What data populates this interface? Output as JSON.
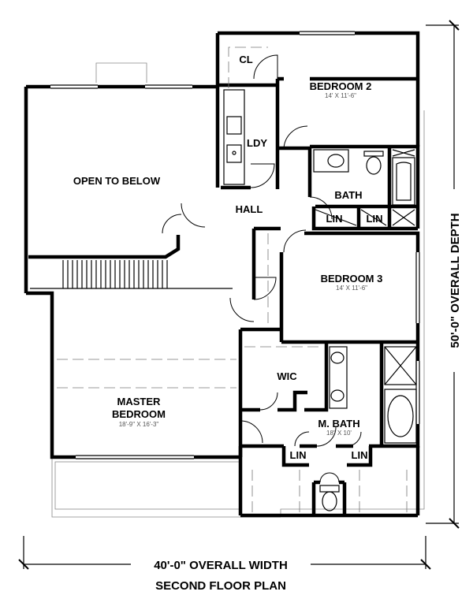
{
  "rooms": {
    "closet": {
      "name": "CL"
    },
    "bedroom2": {
      "name": "BEDROOM 2",
      "size": "14' X 11'-6\""
    },
    "laundry": {
      "name": "LDY"
    },
    "open_to_below": {
      "name": "OPEN TO BELOW"
    },
    "hall": {
      "name": "HALL"
    },
    "bath": {
      "name": "BATH"
    },
    "lin_bath_left": {
      "name": "LIN"
    },
    "lin_bath_right": {
      "name": "LIN"
    },
    "bedroom3": {
      "name": "BEDROOM 3",
      "size": "14' X 11'-6\""
    },
    "wic": {
      "name": "WIC"
    },
    "master_bedroom": {
      "name_line1": "MASTER",
      "name_line2": "BEDROOM",
      "size": "18'-9\" X 16'-3\""
    },
    "master_bath": {
      "name": "M. BATH",
      "size": "18\" X 10'"
    },
    "lin_mbath_left": {
      "name": "LIN"
    },
    "lin_mbath_right": {
      "name": "LIN"
    }
  },
  "dimensions": {
    "overall_width": "40'-0\" OVERALL WIDTH",
    "overall_depth": "50'-0\" OVERALL DEPTH"
  },
  "plan_title": "SECOND FLOOR PLAN",
  "colors": {
    "walls": "#000000",
    "background": "#ffffff",
    "dimension_text": "#555555"
  }
}
